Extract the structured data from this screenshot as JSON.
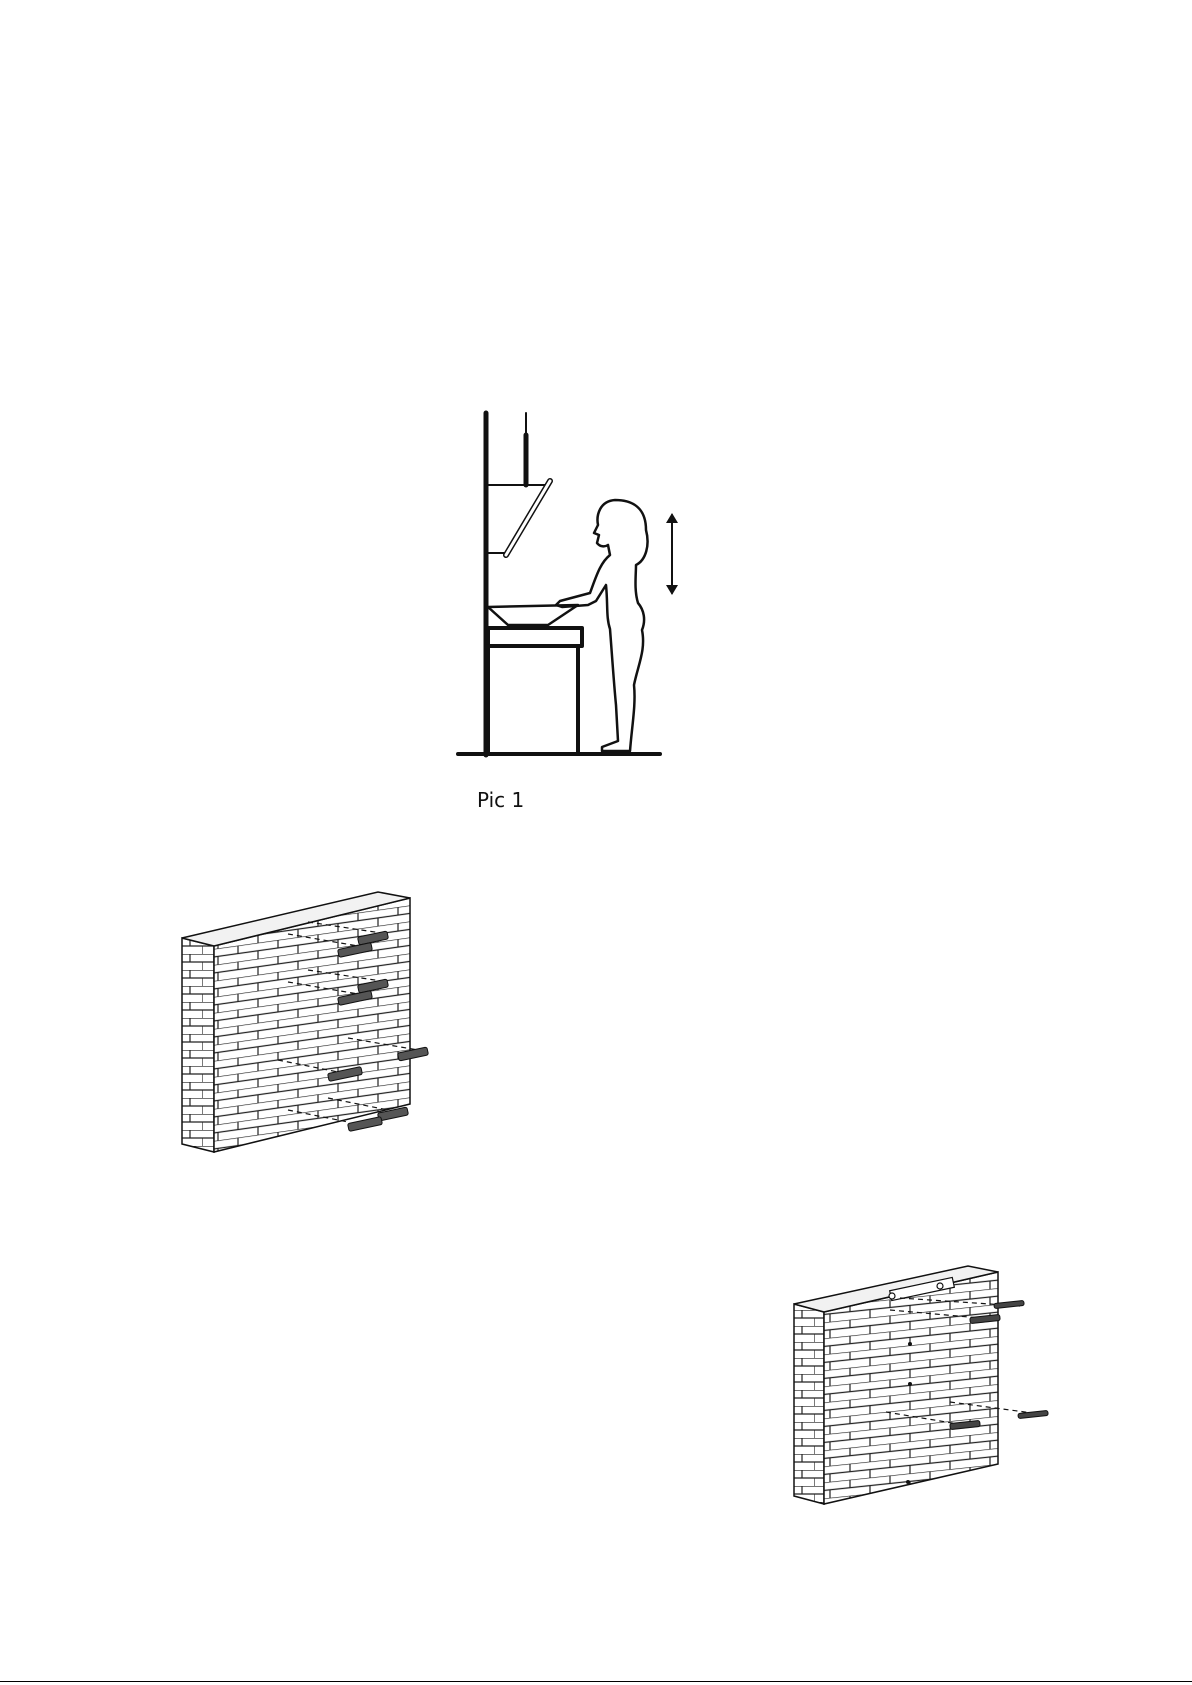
{
  "figures": {
    "pic1": {
      "caption": "Pic 1",
      "icon": "hood-height-illustration"
    },
    "wall_plugs": {
      "icon": "wall-plug-drilling-illustration"
    },
    "wall_screws": {
      "icon": "wall-screw-mounting-illustration"
    }
  },
  "colors": {
    "ink": "#111111",
    "paper": "#ffffff"
  }
}
